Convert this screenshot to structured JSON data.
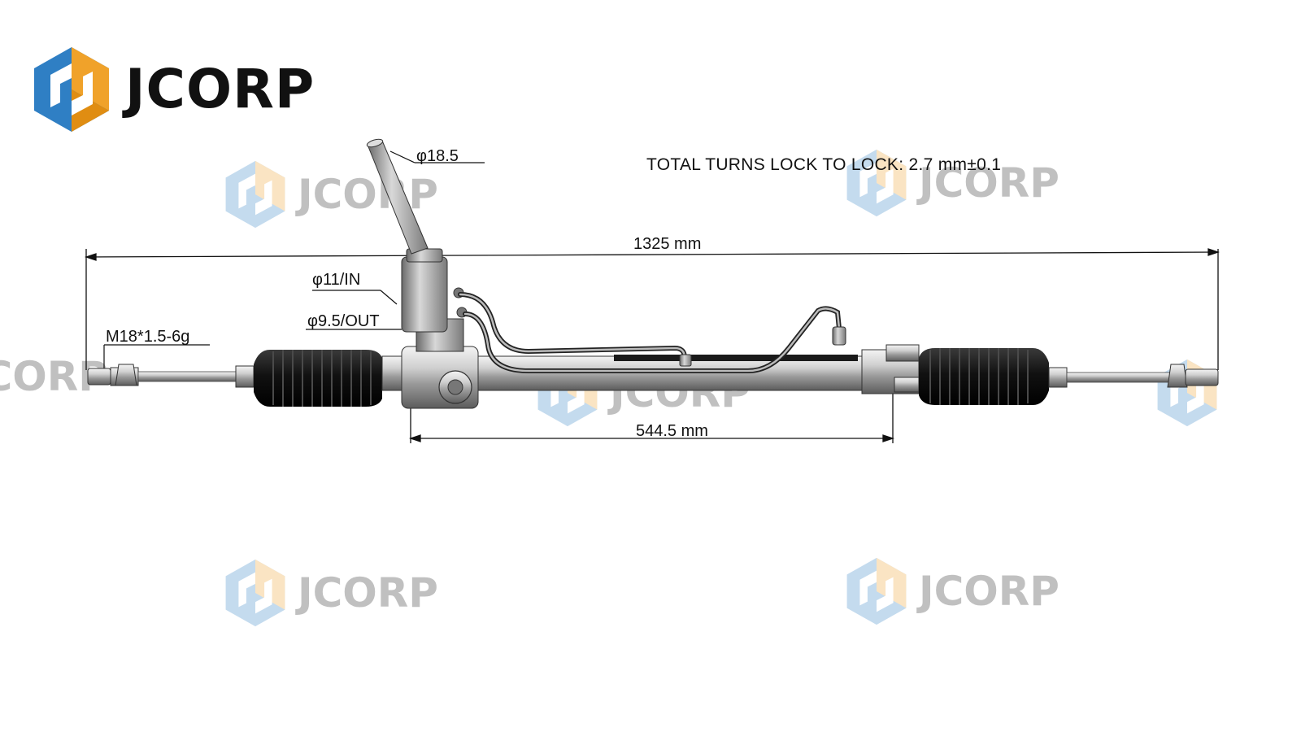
{
  "brand": {
    "name": "JCORP",
    "colors": {
      "blue": "#2f7fc4",
      "orange": "#f0a22a",
      "dark": "#111111"
    }
  },
  "watermark_text": "JCORP",
  "specs": {
    "total_turns": "TOTAL TURNS LOCK TO LOCK: 2.7 mm±0.1"
  },
  "dimensions": {
    "overall_length": "1325 mm",
    "mount_spacing": "544.5 mm",
    "input_shaft": "φ18.5",
    "inlet_port": "φ11/IN",
    "outlet_port": "φ9.5/OUT",
    "tie_rod_thread": "M18*1.5-6g"
  },
  "icons": {
    "logo": "hex-cube-logo-icon",
    "watermark": "hex-cube-watermark-icon"
  }
}
